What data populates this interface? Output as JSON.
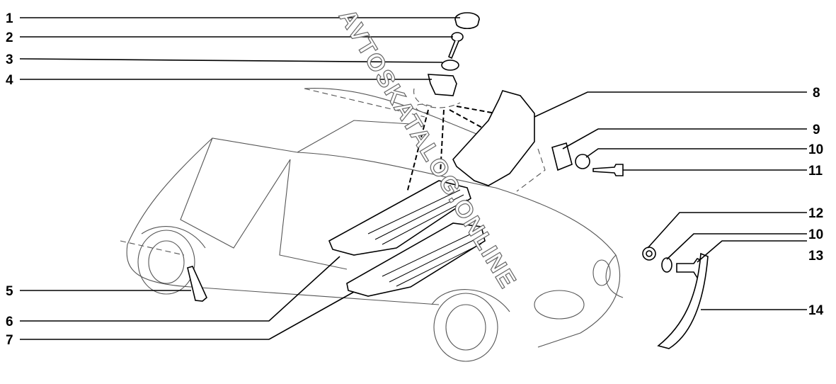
{
  "diagram": {
    "watermark": "AVTOSKATALOG.ONLINE",
    "callouts_left": [
      "1",
      "2",
      "3",
      "4",
      "5",
      "6",
      "7"
    ],
    "callouts_right": [
      "8",
      "9",
      "10",
      "11",
      "12",
      "10",
      "13",
      "14"
    ]
  }
}
